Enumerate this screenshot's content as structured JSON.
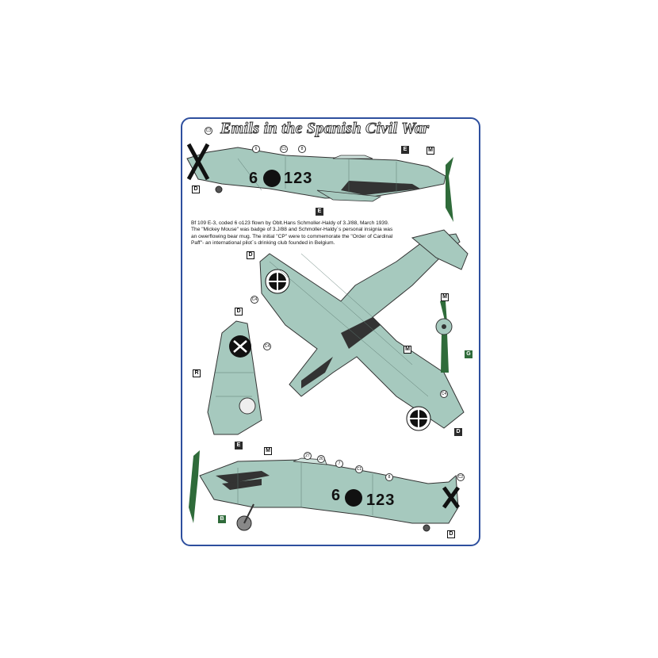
{
  "title": "Emils in the Spanish Civil War",
  "caption": [
    "Bf 109 E-3, coded 6 o123 flown by Oblt.Hans Schmoller-Haldy of 3.J/88, March 1939.",
    "The \"Mickey Mouse\" was badge of 3.J/88 and Schmoller-Haldy´s personal insignia was",
    "an owerflowing bear mug. The initial \"CP\" were to commemorate the \"Order of Cardinal",
    "Paff\"- an international pilot´s drinking club founded in Belgium."
  ],
  "fuselage_code": {
    "left": "6",
    "right": "123"
  },
  "labels": {
    "top_C3": "C3",
    "top_6": "6",
    "top_C1": "C1",
    "top_8": "8",
    "top_E": "E",
    "top_M": "M",
    "top_D": "D",
    "top_E2": "E",
    "plan_D1": "D",
    "plan_C4a": "C4",
    "plan_M": "M",
    "plan_C4b": "C4",
    "plan_D2": "D",
    "prop_M": "M",
    "prop_G": "G",
    "fin_D": "D",
    "fin_C4": "C4",
    "fin_R": "R",
    "bot_E": "E",
    "bot_M": "M",
    "bot_27": "27",
    "bot_26": "26",
    "bot_7": "7",
    "bot_C1": "C1",
    "bot_8": "8",
    "bot_C2": "C2",
    "bot_B": "B",
    "bot_D": "D"
  },
  "colors": {
    "frame": "#2e4f9e",
    "aircraft": "#a6c9be",
    "panel_line": "#5d7a72",
    "marking": "#111111",
    "propeller": "#2f6b3a"
  }
}
